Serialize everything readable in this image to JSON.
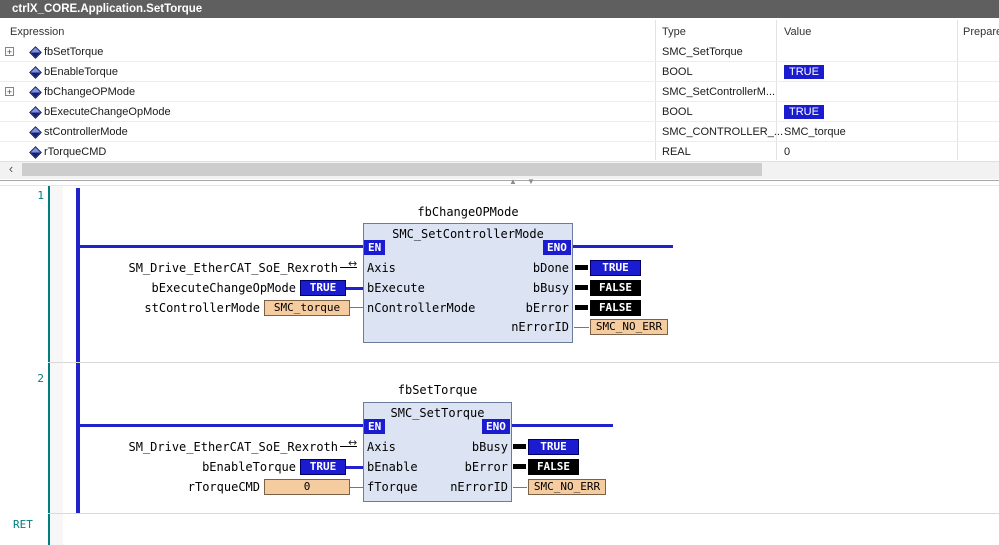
{
  "window": {
    "title": "ctrlX_CORE.Application.SetTorque"
  },
  "colors": {
    "title_bar": "#5f5f5f",
    "bool_true_bg": "#1b1bd0",
    "bool_false_bg": "#000000",
    "enum_badge_bg": "#f5cba0",
    "block_fill": "#dce4f4",
    "wire_blue": "#2222cc",
    "network_teal": "#007d7d"
  },
  "table": {
    "headers": {
      "expression": "Expression",
      "type": "Type",
      "value": "Value",
      "prepared": "Prepared value"
    },
    "expander_glyph": "+",
    "rows": [
      {
        "expression": "fbSetTorque",
        "type": "SMC_SetTorque",
        "value": ""
      },
      {
        "expression": "bEnableTorque",
        "type": "BOOL",
        "value": "TRUE"
      },
      {
        "expression": "fbChangeOPMode",
        "type": "SMC_SetControllerM...",
        "value": ""
      },
      {
        "expression": "bExecuteChangeOpMode",
        "type": "BOOL",
        "value": "TRUE"
      },
      {
        "expression": "stControllerMode",
        "type": "SMC_CONTROLLER_...",
        "value": "SMC_torque"
      },
      {
        "expression": "rTorqueCMD",
        "type": "REAL",
        "value": "0"
      }
    ]
  },
  "scrollbar": {
    "left_arrow": "‹"
  },
  "splitter": {
    "up_arrow": "▲",
    "down_arrow": "▼"
  },
  "editor": {
    "return_label": "RET",
    "networks": [
      {
        "number": "1",
        "instance_name": "fbChangeOPMode",
        "block_type": "SMC_SetControllerMode",
        "en_label": "EN",
        "eno_label": "ENO",
        "inout_icon": "↔",
        "inputs": [
          {
            "operand": "SM_Drive_EtherCAT_SoE_Rexroth",
            "pin": "Axis",
            "badge": ""
          },
          {
            "operand": "bExecuteChangeOpMode",
            "pin": "bExecute",
            "badge": "TRUE"
          },
          {
            "operand": "stControllerMode",
            "pin": "nControllerMode",
            "badge": "SMC_torque"
          }
        ],
        "outputs": [
          {
            "pin": "bDone",
            "badge": "TRUE"
          },
          {
            "pin": "bBusy",
            "badge": "FALSE"
          },
          {
            "pin": "bError",
            "badge": "FALSE"
          },
          {
            "pin": "nErrorID",
            "badge": "SMC_NO_ERR"
          }
        ]
      },
      {
        "number": "2",
        "instance_name": "fbSetTorque",
        "block_type": "SMC_SetTorque",
        "en_label": "EN",
        "eno_label": "ENO",
        "inout_icon": "↔",
        "inputs": [
          {
            "operand": "SM_Drive_EtherCAT_SoE_Rexroth",
            "pin": "Axis",
            "badge": ""
          },
          {
            "operand": "bEnableTorque",
            "pin": "bEnable",
            "badge": "TRUE"
          },
          {
            "operand": "rTorqueCMD",
            "pin": "fTorque",
            "badge": "0"
          }
        ],
        "outputs": [
          {
            "pin": "bBusy",
            "badge": "TRUE"
          },
          {
            "pin": "bError",
            "badge": "FALSE"
          },
          {
            "pin": "nErrorID",
            "badge": "SMC_NO_ERR"
          }
        ]
      }
    ]
  }
}
